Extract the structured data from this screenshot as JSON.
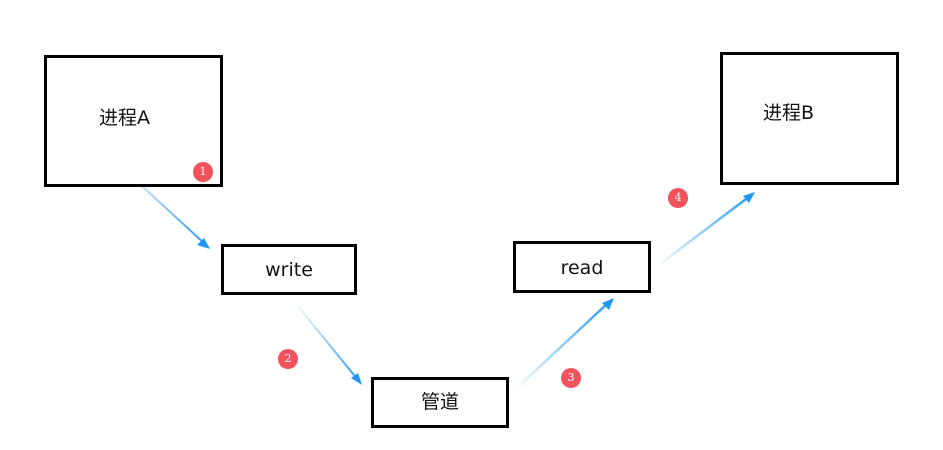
{
  "nodes": {
    "process_a": "进程A",
    "process_b": "进程B",
    "write": "write",
    "read": "read",
    "pipe": "管道"
  },
  "steps": [
    "1",
    "2",
    "3",
    "4"
  ],
  "colors": {
    "arrow": "#2196f3",
    "badge": "#f2525c",
    "box_border": "#000000"
  }
}
